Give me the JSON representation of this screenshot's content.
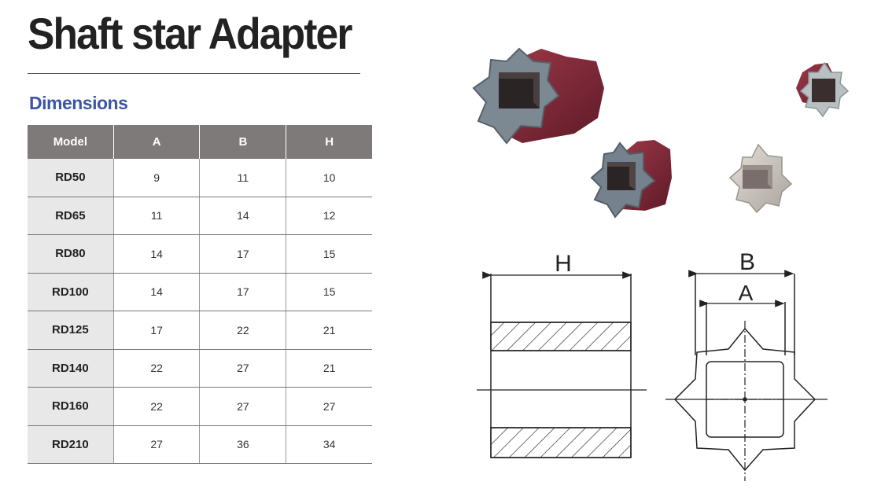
{
  "title": "Shaft star Adapter",
  "subtitle": "Dimensions",
  "table": {
    "headers": [
      "Model",
      "A",
      "B",
      "H"
    ],
    "rows": [
      [
        "RD50",
        "9",
        "11",
        "10"
      ],
      [
        "RD65",
        "11",
        "14",
        "12"
      ],
      [
        "RD80",
        "14",
        "17",
        "15"
      ],
      [
        "RD100",
        "14",
        "17",
        "15"
      ],
      [
        "RD125",
        "17",
        "22",
        "21"
      ],
      [
        "RD140",
        "22",
        "27",
        "21"
      ],
      [
        "RD160",
        "22",
        "27",
        "27"
      ],
      [
        "RD210",
        "27",
        "36",
        "34"
      ]
    ]
  },
  "drawing": {
    "label_h": "H",
    "label_b": "B",
    "label_a": "A"
  },
  "colors": {
    "header_bg": "#7d7a79",
    "model_bg": "#e8e8e8",
    "subtitle": "#3d55a3",
    "adapter_red": "#8a2a3a",
    "adapter_gray": "#6f7f8c"
  }
}
